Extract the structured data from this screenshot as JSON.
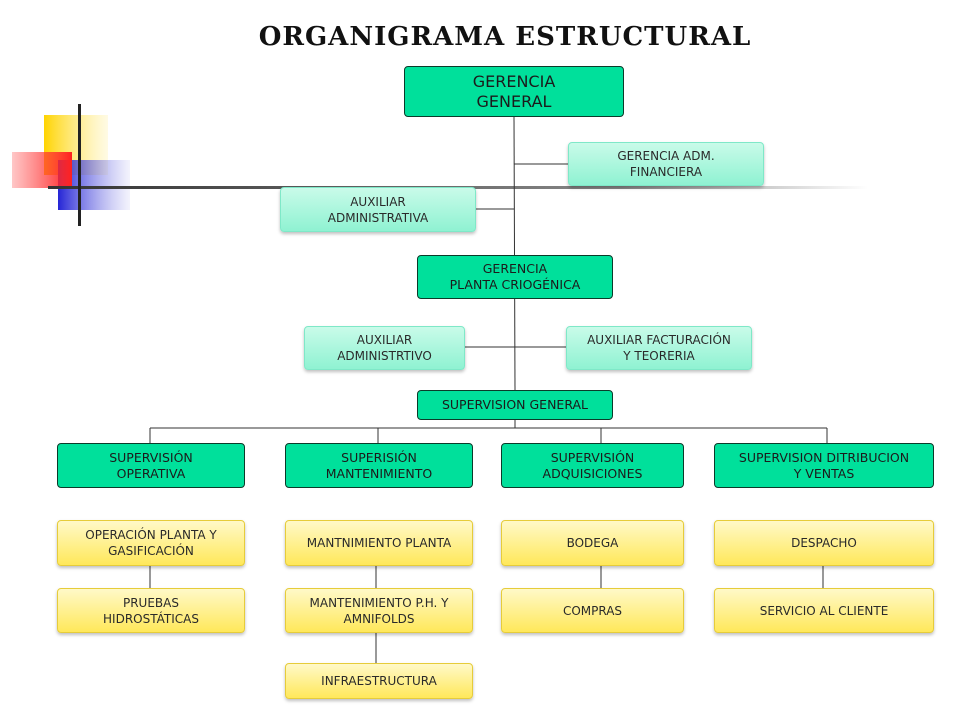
{
  "title": "ORGANIGRAMA ESTRUCTURAL",
  "nodes": {
    "gerencia_general": [
      "GERENCIA",
      "GENERAL"
    ],
    "gerencia_adm": [
      "GERENCIA ADM.",
      "FINANCIERA"
    ],
    "auxiliar_administrativa": [
      "AUXILIAR",
      "ADMINISTRATIVA"
    ],
    "gerencia_planta": [
      "GERENCIA",
      "PLANTA CRIOGÉNICA"
    ],
    "auxiliar_administrtivo": [
      "AUXILIAR",
      "ADMINISTRTIVO"
    ],
    "auxiliar_facturacion": [
      "AUXILIAR FACTURACIÓN",
      "Y TEORERIA"
    ],
    "supervision_general": [
      "SUPERVISION GENERAL"
    ],
    "sup_operativa": [
      "SUPERVISIÓN",
      "OPERATIVA"
    ],
    "sup_mantenimiento": [
      "SUPERISIÓN",
      "MANTENIMIENTO"
    ],
    "sup_adquisiciones": [
      "SUPERVISIÓN",
      "ADQUISICIONES"
    ],
    "sup_distribucion": [
      "SUPERVISION DITRIBUCION",
      "Y VENTAS"
    ],
    "operacion_planta": [
      "OPERACIÓN PLANTA Y",
      "GASIFICACIÓN"
    ],
    "pruebas": [
      "PRUEBAS",
      "HIDROSTÁTICAS"
    ],
    "mantenimiento_planta": [
      "MANTNIMIENTO PLANTA"
    ],
    "mantenimiento_ph": [
      "MANTENIMIENTO P.H. Y",
      "AMNIFOLDS"
    ],
    "infraestructura": [
      "INFRAESTRUCTURA"
    ],
    "bodega": [
      "BODEGA"
    ],
    "compras": [
      "COMPRAS"
    ],
    "despacho": [
      "DESPACHO"
    ],
    "servicio_cliente": [
      "SERVICIO AL CLIENTE"
    ]
  },
  "colors": {
    "dark_box": "#00e09b",
    "light_box": "#9ef4d8",
    "yellow_box": "#ffe85a",
    "deco_yellow": "#ffd400",
    "deco_red": "#ff3b3b",
    "deco_blue": "#2b2bd6"
  }
}
